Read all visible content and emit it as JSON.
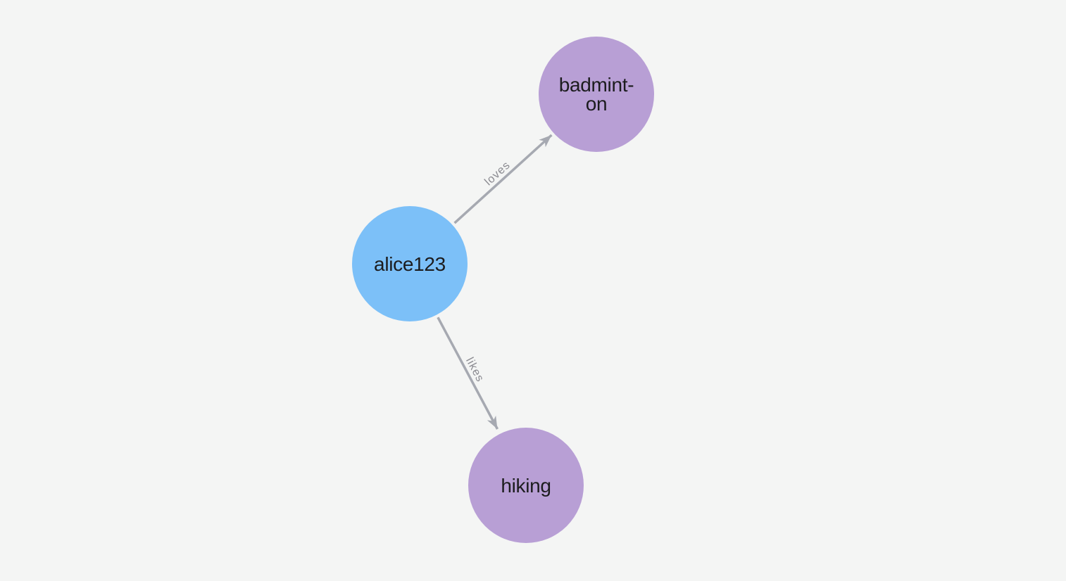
{
  "canvas": {
    "background_color": "#f4f5f4"
  },
  "graph": {
    "node_text_color": "#1c1c1e",
    "edge_color": "#a6a9b1",
    "edge_label_color": "#8a8a90",
    "nodes": [
      {
        "label": "alice123",
        "color": "#7cc0f8"
      },
      {
        "label": "badmint-\non",
        "color": "#b89fd5"
      },
      {
        "label": "hiking",
        "color": "#b89fd5"
      }
    ],
    "edges": [
      {
        "from": "alice123",
        "to": "badminton",
        "label": "loves"
      },
      {
        "from": "alice123",
        "to": "hiking",
        "label": "likes"
      }
    ]
  }
}
